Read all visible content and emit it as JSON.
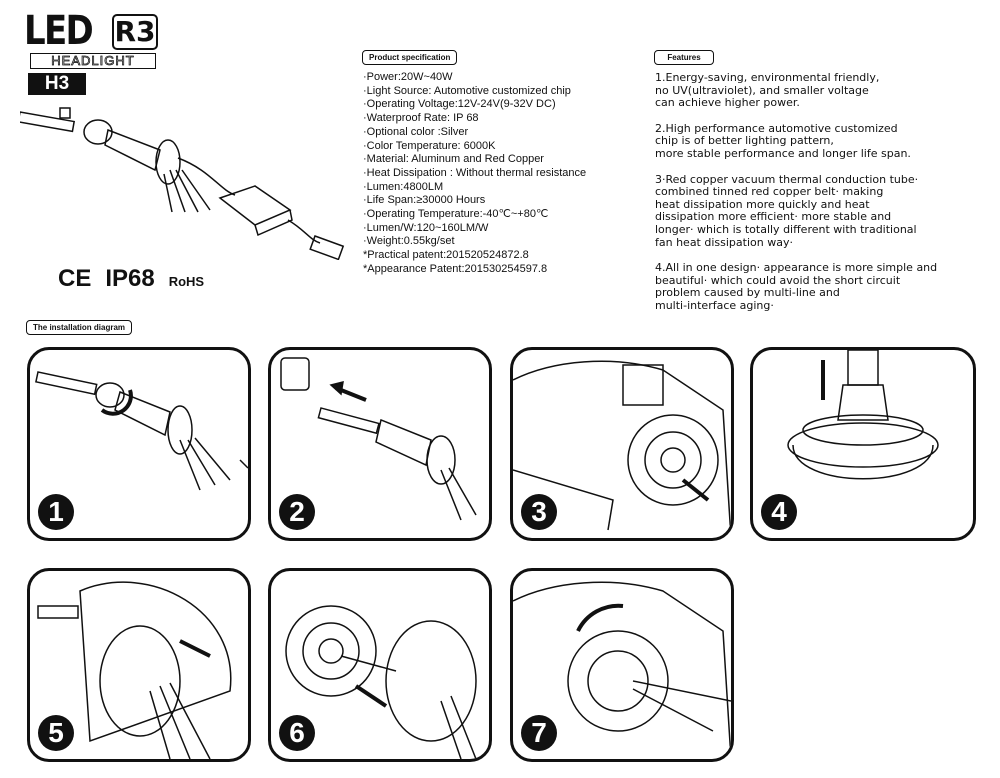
{
  "logo": {
    "brand": "LED",
    "model": "R3",
    "subtitle": "HEADLIGHT",
    "bulb_type": "H3"
  },
  "spec": {
    "title": "Product specification",
    "items": [
      "·Power:20W~40W",
      "·Light Source: Automotive customized chip",
      "·Operating Voltage:12V-24V(9-32V DC)",
      "·Waterproof Rate: IP 68",
      "·Optional color :Silver",
      "·Color Temperature: 6000K",
      "·Material: Aluminum and Red Copper",
      "·Heat Dissipation : Without thermal resistance",
      "·Lumen:4800LM",
      "·Life Span:≥30000 Hours",
      "·Operating Temperature:-40℃~+80℃",
      "·Lumen/W:120~160LM/W",
      "·Weight:0.55kg/set",
      "*Practical patent:201520524872.8",
      "*Appearance Patent:201530254597.8"
    ]
  },
  "features": {
    "title": "Features",
    "items": [
      "1.Energy-saving, environmental friendly,\n  no UV(ultraviolet), and smaller voltage\n  can achieve higher power.",
      "2.High performance automotive customized\n  chip is of better lighting pattern,\n  more stable performance and longer life span.",
      "3·Red copper vacuum thermal conduction tube·\n  combined tinned red copper belt· making\n  heat dissipation more quickly and heat\n  dissipation more efficient· more stable and\n  longer· which is totally different with traditional\n  fan heat dissipation way·",
      "4.All in one design· appearance is more simple and\n  beautiful·   which could avoid the short circuit\n  problem caused by multi-line and\n  multi-interface aging·"
    ]
  },
  "certifications": {
    "ce": "CE",
    "ip": "IP68",
    "rohs": "RoHS"
  },
  "installation": {
    "title": "The installation diagram",
    "steps": [
      "1",
      "2",
      "3",
      "4",
      "5",
      "6",
      "7"
    ]
  }
}
